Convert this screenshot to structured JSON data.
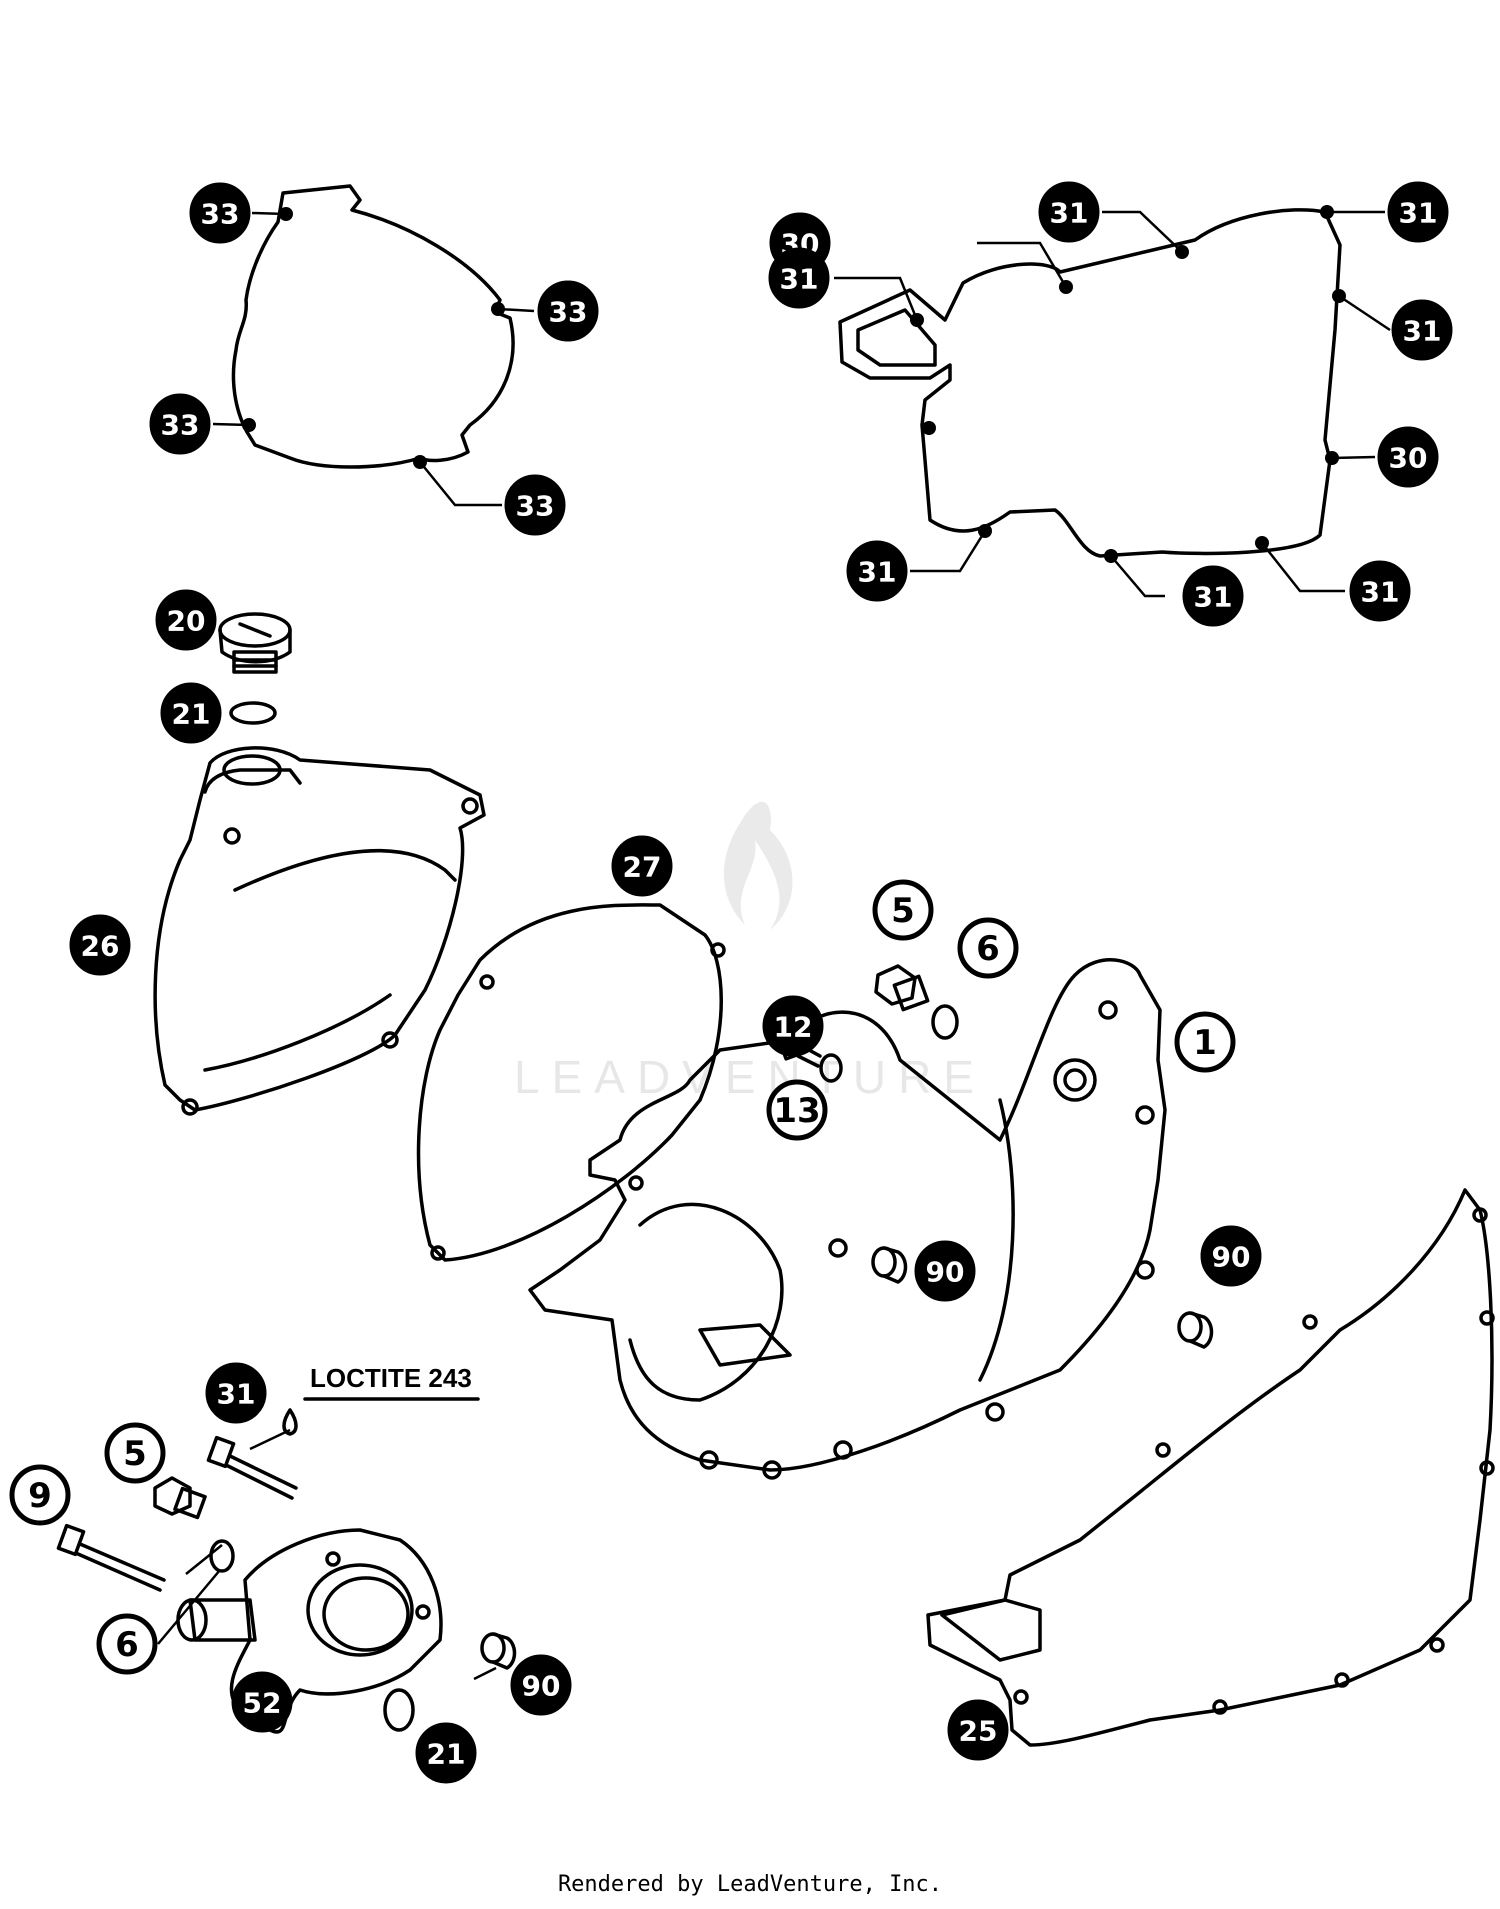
{
  "diagram": {
    "type": "exploded-parts-diagram",
    "callouts": [
      {
        "id": "c33a",
        "label": "33",
        "style": "filled"
      },
      {
        "id": "c33b",
        "label": "33",
        "style": "filled"
      },
      {
        "id": "c33c",
        "label": "33",
        "style": "filled"
      },
      {
        "id": "c33d",
        "label": "33",
        "style": "filled"
      },
      {
        "id": "c31a",
        "label": "31",
        "style": "filled"
      },
      {
        "id": "c30a",
        "label": "30",
        "style": "filled"
      },
      {
        "id": "c31b",
        "label": "31",
        "style": "filled"
      },
      {
        "id": "c31c",
        "label": "31",
        "style": "filled"
      },
      {
        "id": "c31d",
        "label": "31",
        "style": "filled"
      },
      {
        "id": "c30b",
        "label": "30",
        "style": "filled"
      },
      {
        "id": "c31e",
        "label": "31",
        "style": "filled"
      },
      {
        "id": "c31f",
        "label": "31",
        "style": "filled"
      },
      {
        "id": "c31g",
        "label": "31",
        "style": "filled"
      },
      {
        "id": "c20",
        "label": "20",
        "style": "filled"
      },
      {
        "id": "c21a",
        "label": "21",
        "style": "filled"
      },
      {
        "id": "c26",
        "label": "26",
        "style": "filled"
      },
      {
        "id": "c27",
        "label": "27",
        "style": "filled"
      },
      {
        "id": "c5a",
        "label": "5",
        "style": "open"
      },
      {
        "id": "c6a",
        "label": "6",
        "style": "open"
      },
      {
        "id": "c12",
        "label": "12",
        "style": "filled"
      },
      {
        "id": "c13",
        "label": "13",
        "style": "open"
      },
      {
        "id": "c1",
        "label": "1",
        "style": "open"
      },
      {
        "id": "c90a",
        "label": "90",
        "style": "filled"
      },
      {
        "id": "c90b",
        "label": "90",
        "style": "filled"
      },
      {
        "id": "c31h",
        "label": "31",
        "style": "filled"
      },
      {
        "id": "c5b",
        "label": "5",
        "style": "open"
      },
      {
        "id": "c9",
        "label": "9",
        "style": "open"
      },
      {
        "id": "c6b",
        "label": "6",
        "style": "open"
      },
      {
        "id": "c52",
        "label": "52",
        "style": "filled"
      },
      {
        "id": "c90c",
        "label": "90",
        "style": "filled"
      },
      {
        "id": "c21b",
        "label": "21",
        "style": "filled"
      },
      {
        "id": "c25",
        "label": "25",
        "style": "filled"
      }
    ],
    "note": "LOCTITE 243",
    "watermark": "LEADVENTURE"
  },
  "footer": {
    "text": "Rendered by LeadVenture, Inc."
  }
}
